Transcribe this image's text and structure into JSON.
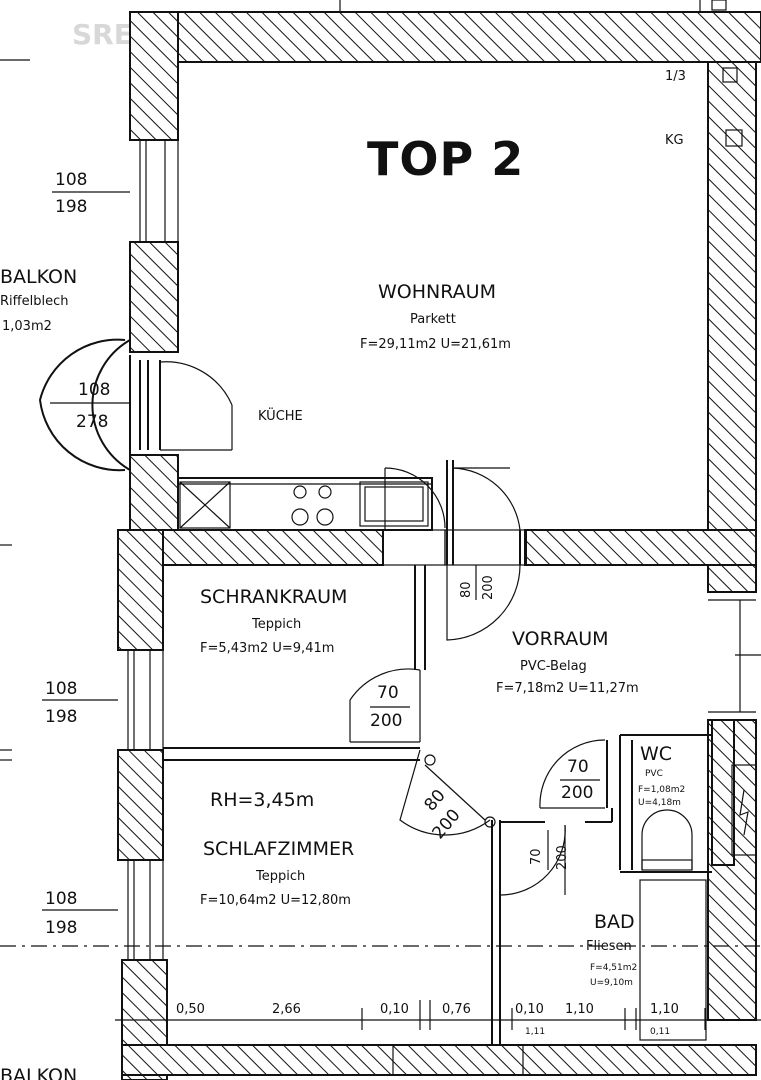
{
  "watermark": "SREIZ",
  "unit_title": "TOP 2",
  "top_right": {
    "fraction": "1/3",
    "kg": "KG"
  },
  "balkon_top": {
    "name": "BALKON",
    "material": "Riffelblech",
    "area": "1,03m2"
  },
  "balkon_bottom": "BALKON",
  "kueche": "KÜCHE",
  "rh": "RH=3,45m",
  "rooms": {
    "wohnraum": {
      "name": "WOHNRAUM",
      "floor": "Parkett",
      "dims": "F=29,11m2  U=21,61m"
    },
    "schrankraum": {
      "name": "SCHRANKRAUM",
      "floor": "Teppich",
      "dims": "F=5,43m2  U=9,41m"
    },
    "vorraum": {
      "name": "VORRAUM",
      "floor": "PVC-Belag",
      "dims": "F=7,18m2  U=11,27m"
    },
    "schlafzimmer": {
      "name": "SCHLAFZIMMER",
      "floor": "Teppich",
      "dims": "F=10,64m2  U=12,80m"
    },
    "wc": {
      "name": "WC",
      "floor": "PVC",
      "area": "F=1,08m2",
      "perim": "U=4,18m"
    },
    "bad": {
      "name": "BAD",
      "floor": "Fliesen",
      "area": "F=4,51m2",
      "perim": "U=9,10m"
    }
  },
  "windows": {
    "w1": {
      "top": "108",
      "bottom": "198"
    },
    "w2": {
      "top": "108",
      "bottom": "278"
    },
    "w3": {
      "top": "108",
      "bottom": "198"
    },
    "w4": {
      "top": "108",
      "bottom": "198"
    }
  },
  "doors": {
    "d1": {
      "a": "80",
      "b": "200"
    },
    "d2": {
      "a": "70",
      "b": "200"
    },
    "d3": {
      "a": "80",
      "b": "200"
    },
    "d4": {
      "a": "70",
      "b": "200"
    },
    "d5": {
      "a": "70",
      "b": "200"
    }
  },
  "dimensions": [
    "0,50",
    "2,66",
    "0,10",
    "0,76",
    "0,10",
    "1,10",
    "1,10",
    "1,11",
    "0,11"
  ]
}
